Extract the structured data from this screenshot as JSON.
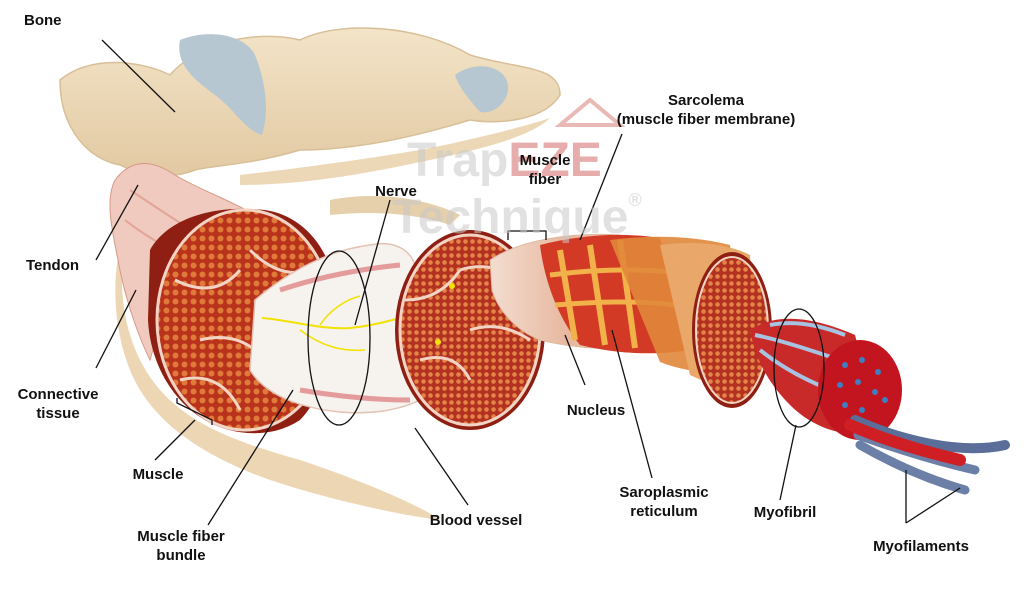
{
  "labels": {
    "bone": "Bone",
    "tendon": "Tendon",
    "connective_tissue": [
      "Connective",
      "tissue"
    ],
    "muscle": "Muscle",
    "muscle_fiber_bundle": [
      "Muscle fiber",
      "bundle"
    ],
    "nerve": "Nerve",
    "blood_vessel": "Blood vessel",
    "muscle_fiber": [
      "Muscle",
      "fiber"
    ],
    "sarcolema": [
      "Sarcolema",
      "(muscle fiber membrane)"
    ],
    "nucleus": "Nucleus",
    "saroplasmic_reticulum": [
      "Saroplasmic",
      "reticulum"
    ],
    "myofibril": "Myofibril",
    "myofilaments": "Myofilaments"
  },
  "watermark": {
    "line1_prefix": "Trap",
    "line1_highlight": "EZE",
    "line2": "Technique",
    "registered_mark": "®"
  },
  "colors": {
    "bone": "#efdcbc",
    "bone_shadow": "#d9c09a",
    "cartilage": "#b7c7d2",
    "muscle_red": "#b8321c",
    "muscle_dark": "#8e1f12",
    "fiber_dot": "#e07a3a",
    "septum": "#f2d4c4",
    "tendon": "#f0c9bf",
    "nerve": "#f2e200",
    "myofil_blue": "#6c7fa6",
    "myofil_red": "#cf1f24",
    "line": "#111111"
  }
}
